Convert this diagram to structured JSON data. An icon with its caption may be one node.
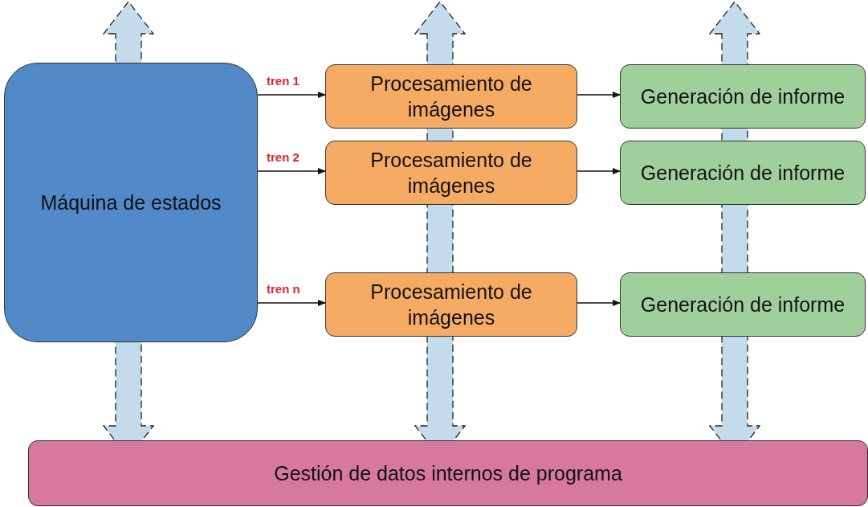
{
  "diagram": {
    "nodes": [
      {
        "text": [
          "Máquina de estados"
        ]
      },
      {
        "text": [
          "Procesamiento de imágenes"
        ]
      },
      {
        "text": [
          "Generación de informe"
        ]
      },
      {
        "text": [
          "Procesamiento de imágenes"
        ]
      },
      {
        "text": [
          "Generación de informe"
        ]
      },
      {
        "text": [
          "Procesamiento de imágenes"
        ]
      },
      {
        "text": [
          "Generación de informe"
        ]
      },
      {
        "text": [
          "Gestión de datos internos de programa"
        ]
      }
    ],
    "edges": [
      {
        "from": null,
        "to": 7,
        "arrow": "both",
        "style": "dashed",
        "color": "#c3dbea"
      },
      {
        "from": null,
        "to": 7,
        "arrow": "both",
        "style": "dashed",
        "color": "#c3dbea"
      },
      {
        "from": null,
        "to": 7,
        "arrow": "both",
        "style": "dashed",
        "color": "#c3dbea"
      },
      {
        "from": 0,
        "to": 1,
        "arrow": "to",
        "label": "tren 1"
      },
      {
        "from": 0,
        "to": 3,
        "arrow": "to",
        "label": "tren 2"
      },
      {
        "from": 0,
        "to": 5,
        "arrow": "to",
        "label": "tren n"
      },
      {
        "from": 1,
        "to": 2,
        "arrow": "to"
      },
      {
        "from": 3,
        "to": 4,
        "arrow": "to"
      },
      {
        "from": 5,
        "to": 6,
        "arrow": "to"
      }
    ]
  }
}
